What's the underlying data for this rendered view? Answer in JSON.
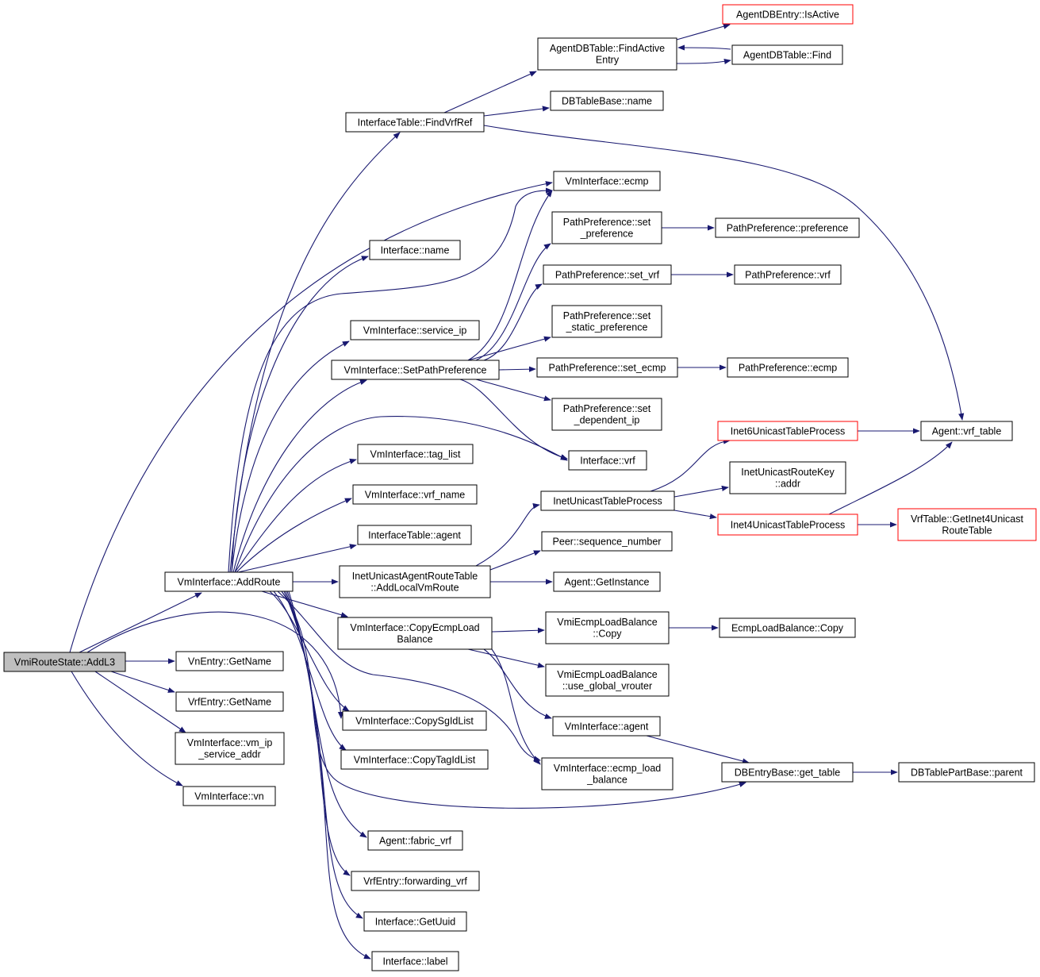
{
  "nodes": [
    {
      "id": "root",
      "lines": [
        "VmiRouteState::AddL3"
      ],
      "style": "grey"
    },
    {
      "id": "addroute",
      "lines": [
        "VmInterface::AddRoute"
      ]
    },
    {
      "id": "vngetname",
      "lines": [
        "VnEntry::GetName"
      ]
    },
    {
      "id": "vrfgetname",
      "lines": [
        "VrfEntry::GetName"
      ]
    },
    {
      "id": "vmipservice",
      "lines": [
        "VmInterface::vm_ip",
        "_service_addr"
      ]
    },
    {
      "id": "vmvn",
      "lines": [
        "VmInterface::vn"
      ]
    },
    {
      "id": "findvrfref",
      "lines": [
        "InterfaceTable::FindVrfRef"
      ]
    },
    {
      "id": "ecmp",
      "lines": [
        "VmInterface::ecmp"
      ]
    },
    {
      "id": "ifname",
      "lines": [
        "Interface::name"
      ]
    },
    {
      "id": "serviceip",
      "lines": [
        "VmInterface::service_ip"
      ]
    },
    {
      "id": "setpathpref",
      "lines": [
        "VmInterface::SetPathPreference"
      ]
    },
    {
      "id": "taglist",
      "lines": [
        "VmInterface::tag_list"
      ]
    },
    {
      "id": "vrfname",
      "lines": [
        "VmInterface::vrf_name"
      ]
    },
    {
      "id": "itagent",
      "lines": [
        "InterfaceTable::agent"
      ]
    },
    {
      "id": "addlocalvm",
      "lines": [
        "InetUnicastAgentRouteTable",
        "::AddLocalVmRoute"
      ]
    },
    {
      "id": "copyecmp",
      "lines": [
        "VmInterface::CopyEcmpLoad",
        "Balance"
      ]
    },
    {
      "id": "copysg",
      "lines": [
        "VmInterface::CopySgIdList"
      ]
    },
    {
      "id": "copytag",
      "lines": [
        "VmInterface::CopyTagIdList"
      ]
    },
    {
      "id": "fabricvrf",
      "lines": [
        "Agent::fabric_vrf"
      ]
    },
    {
      "id": "fwdvrf",
      "lines": [
        "VrfEntry::forwarding_vrf"
      ]
    },
    {
      "id": "getuuid",
      "lines": [
        "Interface::GetUuid"
      ]
    },
    {
      "id": "iflabel",
      "lines": [
        "Interface::label"
      ]
    },
    {
      "id": "findactive",
      "lines": [
        "AgentDBTable::FindActive",
        "Entry"
      ]
    },
    {
      "id": "dbtname",
      "lines": [
        "DBTableBase::name"
      ]
    },
    {
      "id": "isactive",
      "lines": [
        "AgentDBEntry::IsActive"
      ],
      "style": "red"
    },
    {
      "id": "adbfind",
      "lines": [
        "AgentDBTable::Find"
      ]
    },
    {
      "id": "ppsetpref",
      "lines": [
        "PathPreference::set",
        "_preference"
      ]
    },
    {
      "id": "ppsetvrf",
      "lines": [
        "PathPreference::set_vrf"
      ]
    },
    {
      "id": "ppsetstatic",
      "lines": [
        "PathPreference::set",
        "_static_preference"
      ]
    },
    {
      "id": "ppsetecmp",
      "lines": [
        "PathPreference::set_ecmp"
      ]
    },
    {
      "id": "ppsetdep",
      "lines": [
        "PathPreference::set",
        "_dependent_ip"
      ]
    },
    {
      "id": "ifvrf",
      "lines": [
        "Interface::vrf"
      ]
    },
    {
      "id": "pppref",
      "lines": [
        "PathPreference::preference"
      ]
    },
    {
      "id": "ppvrf",
      "lines": [
        "PathPreference::vrf"
      ]
    },
    {
      "id": "ppecmp",
      "lines": [
        "PathPreference::ecmp"
      ]
    },
    {
      "id": "inetproc",
      "lines": [
        "InetUnicastTableProcess"
      ]
    },
    {
      "id": "peerseq",
      "lines": [
        "Peer::sequence_number"
      ]
    },
    {
      "id": "agentinst",
      "lines": [
        "Agent::GetInstance"
      ]
    },
    {
      "id": "vmiecmpcopy",
      "lines": [
        "VmiEcmpLoadBalance",
        "::Copy"
      ]
    },
    {
      "id": "vmiecmpglobal",
      "lines": [
        "VmiEcmpLoadBalance",
        "::use_global_vrouter"
      ]
    },
    {
      "id": "vmagent",
      "lines": [
        "VmInterface::agent"
      ]
    },
    {
      "id": "vmecmpload",
      "lines": [
        "VmInterface::ecmp_load",
        "_balance"
      ]
    },
    {
      "id": "inet6proc",
      "lines": [
        "Inet6UnicastTableProcess"
      ],
      "style": "red"
    },
    {
      "id": "inetkeyaddr",
      "lines": [
        "InetUnicastRouteKey",
        "::addr"
      ]
    },
    {
      "id": "inet4proc",
      "lines": [
        "Inet4UnicastTableProcess"
      ],
      "style": "red"
    },
    {
      "id": "ecmpcopy",
      "lines": [
        "EcmpLoadBalance::Copy"
      ]
    },
    {
      "id": "getable",
      "lines": [
        "DBEntryBase::get_table"
      ]
    },
    {
      "id": "vrftable",
      "lines": [
        "Agent::vrf_table"
      ]
    },
    {
      "id": "getinet4",
      "lines": [
        "VrfTable::GetInet4Unicast",
        "RouteTable"
      ],
      "style": "red"
    },
    {
      "id": "dbparent",
      "lines": [
        "DBTablePartBase::parent"
      ]
    }
  ],
  "edges": [
    [
      "root",
      "addroute"
    ],
    [
      "root",
      "vngetname"
    ],
    [
      "root",
      "vrfgetname"
    ],
    [
      "root",
      "vmipservice"
    ],
    [
      "root",
      "vmvn"
    ],
    [
      "root",
      "ecmp"
    ],
    [
      "root",
      "copysg"
    ],
    [
      "addroute",
      "findvrfref"
    ],
    [
      "addroute",
      "ecmp"
    ],
    [
      "addroute",
      "ifname"
    ],
    [
      "addroute",
      "serviceip"
    ],
    [
      "addroute",
      "setpathpref"
    ],
    [
      "addroute",
      "ifvrf"
    ],
    [
      "addroute",
      "taglist"
    ],
    [
      "addroute",
      "vrfname"
    ],
    [
      "addroute",
      "itagent"
    ],
    [
      "addroute",
      "addlocalvm"
    ],
    [
      "addroute",
      "copyecmp"
    ],
    [
      "addroute",
      "copysg"
    ],
    [
      "addroute",
      "copytag"
    ],
    [
      "addroute",
      "vmecmpload"
    ],
    [
      "addroute",
      "getable"
    ],
    [
      "addroute",
      "fabricvrf"
    ],
    [
      "addroute",
      "fwdvrf"
    ],
    [
      "addroute",
      "getuuid"
    ],
    [
      "addroute",
      "iflabel"
    ],
    [
      "findvrfref",
      "findactive"
    ],
    [
      "findvrfref",
      "dbtname"
    ],
    [
      "findvrfref",
      "vrftable"
    ],
    [
      "findactive",
      "isactive"
    ],
    [
      "findactive",
      "adbfind"
    ],
    [
      "adbfind",
      "findactive"
    ],
    [
      "setpathpref",
      "ecmp"
    ],
    [
      "setpathpref",
      "ppsetpref"
    ],
    [
      "setpathpref",
      "ppsetvrf"
    ],
    [
      "setpathpref",
      "ppsetstatic"
    ],
    [
      "setpathpref",
      "ppsetecmp"
    ],
    [
      "setpathpref",
      "ppsetdep"
    ],
    [
      "setpathpref",
      "ifvrf"
    ],
    [
      "ppsetpref",
      "pppref"
    ],
    [
      "ppsetvrf",
      "ppvrf"
    ],
    [
      "ppsetecmp",
      "ppecmp"
    ],
    [
      "addlocalvm",
      "inetproc"
    ],
    [
      "addlocalvm",
      "peerseq"
    ],
    [
      "addlocalvm",
      "agentinst"
    ],
    [
      "inetproc",
      "inet6proc"
    ],
    [
      "inetproc",
      "inetkeyaddr"
    ],
    [
      "inetproc",
      "inet4proc"
    ],
    [
      "inet6proc",
      "vrftable"
    ],
    [
      "inet4proc",
      "vrftable"
    ],
    [
      "inet4proc",
      "getinet4"
    ],
    [
      "copyecmp",
      "vmiecmpcopy"
    ],
    [
      "copyecmp",
      "vmiecmpglobal"
    ],
    [
      "copyecmp",
      "vmagent"
    ],
    [
      "copyecmp",
      "vmecmpload"
    ],
    [
      "vmiecmpcopy",
      "ecmpcopy"
    ],
    [
      "vmagent",
      "getable"
    ],
    [
      "getable",
      "dbparent"
    ]
  ]
}
